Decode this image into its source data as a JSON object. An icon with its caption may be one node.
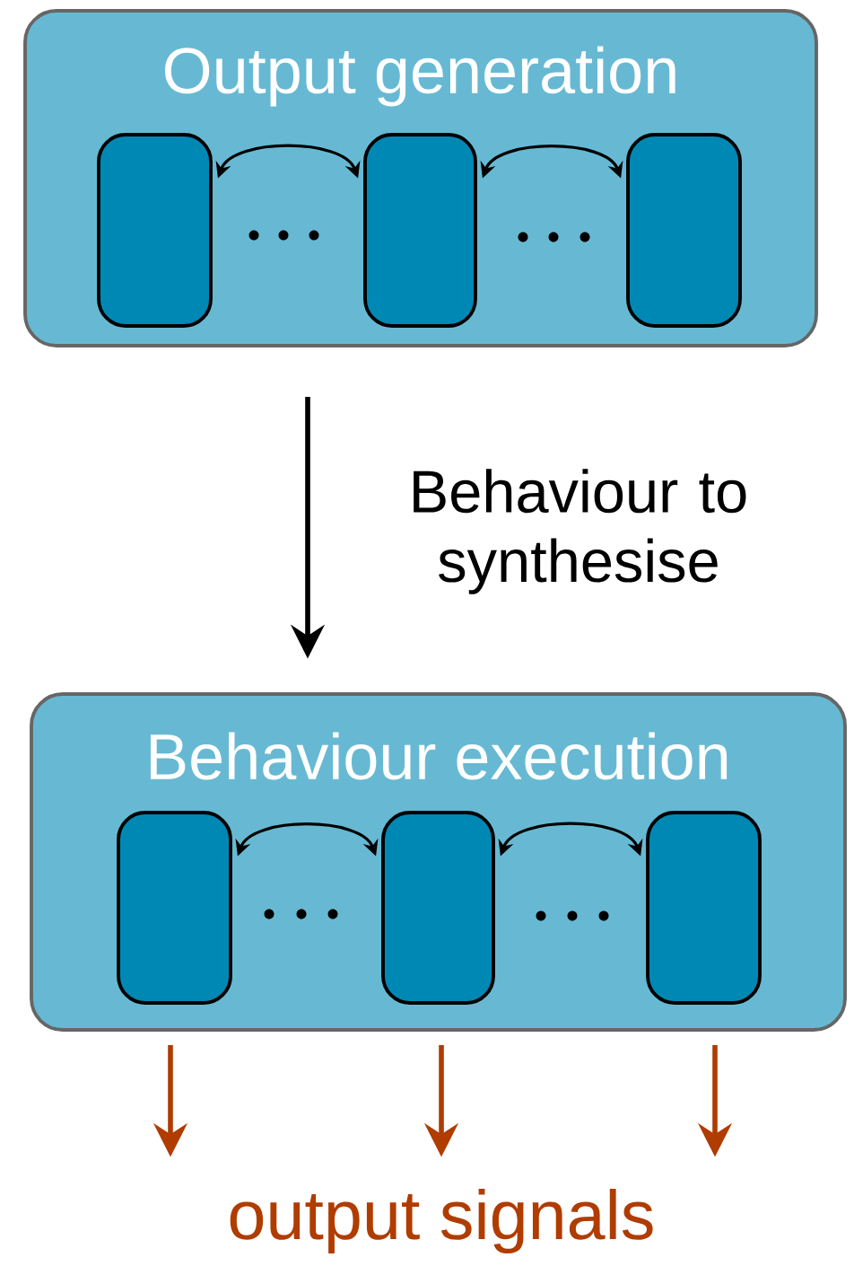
{
  "diagram": {
    "nodes": [
      {
        "text": [
          "Output generation"
        ]
      },
      {
        "text": [],
        "shape": "box",
        "in": 0
      },
      {
        "text": [],
        "shape": "box",
        "in": 0
      },
      {
        "text": [],
        "shape": "box",
        "in": 0
      },
      {
        "text": [
          "Behaviour execution"
        ]
      },
      {
        "text": [],
        "shape": "box",
        "in": 4
      },
      {
        "text": [],
        "shape": "box",
        "in": 4
      },
      {
        "text": [],
        "shape": "box",
        "in": 4
      },
      {
        "text": [
          "output signals"
        ]
      }
    ],
    "edges": [
      {
        "from": 1,
        "to": 2,
        "arrow": "both"
      },
      {
        "from": 2,
        "to": 3,
        "arrow": "both"
      },
      {
        "from": 0,
        "to": 4,
        "arrow": "to",
        "label": "Behaviour to synthesise"
      },
      {
        "from": 5,
        "to": 6,
        "arrow": "both"
      },
      {
        "from": 6,
        "to": 7,
        "arrow": "both"
      },
      {
        "from": 4,
        "to": 8,
        "arrow": "to",
        "color": "#b03c00"
      },
      {
        "from": 4,
        "to": 8,
        "arrow": "to",
        "color": "#b03c00"
      },
      {
        "from": 4,
        "to": 8,
        "arrow": "to",
        "color": "#b03c00"
      }
    ]
  }
}
